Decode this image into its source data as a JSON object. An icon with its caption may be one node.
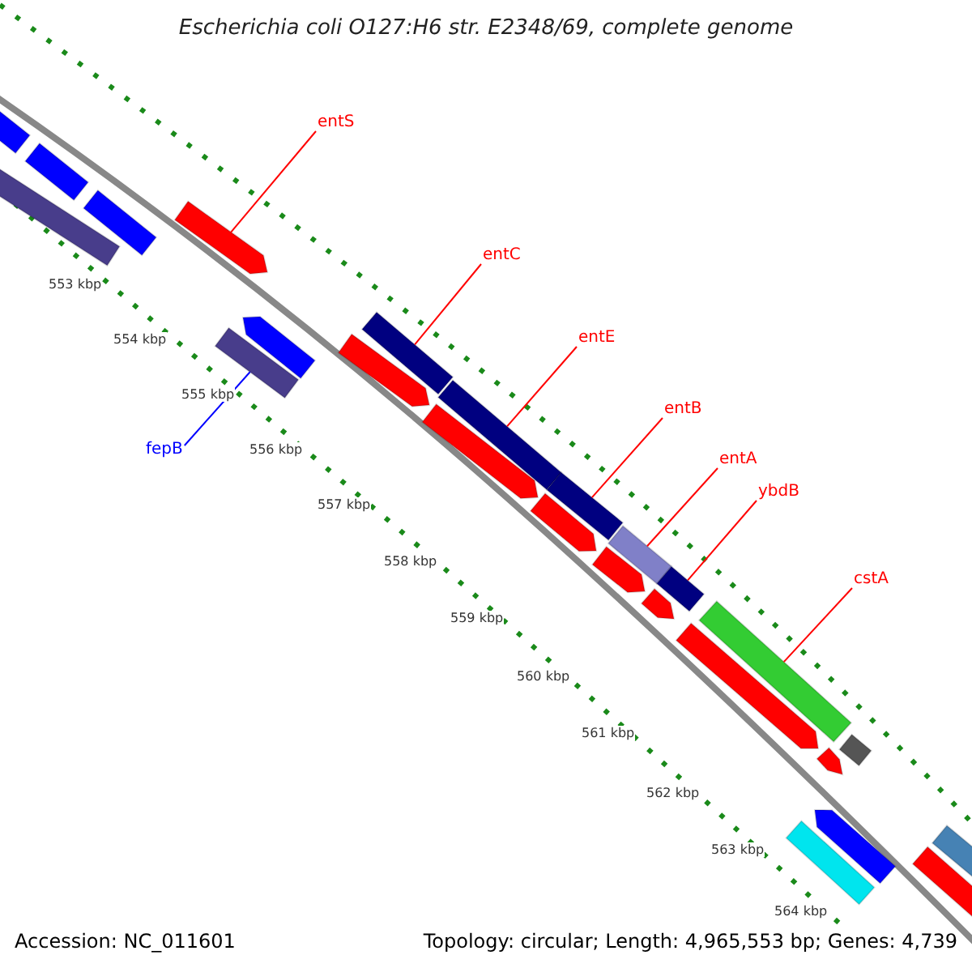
{
  "diagram": {
    "title": "Escherichia coli O127:H6 str. E2348/69, complete genome",
    "nodes": [
      {
        "text": [
          "entS"
        ]
      },
      {
        "text": [
          "entC"
        ]
      },
      {
        "text": [
          "entE"
        ]
      },
      {
        "text": [
          "entB"
        ]
      },
      {
        "text": [
          "entA"
        ]
      },
      {
        "text": [
          "ybdB"
        ]
      },
      {
        "text": [
          "cstA"
        ]
      },
      {
        "text": [
          "fepB"
        ]
      },
      {
        "text": [],
        "shape": "bar"
      },
      {
        "text": [],
        "shape": "bar"
      },
      {
        "text": [],
        "shape": "bar"
      },
      {
        "text": [],
        "shape": "bar"
      },
      {
        "text": [],
        "shape": "bar"
      },
      {
        "text": [],
        "shape": "bar"
      },
      {
        "text": [],
        "shape": "bar"
      },
      {
        "text": [],
        "shape": "bar"
      },
      {
        "text": [],
        "shape": "bar"
      },
      {
        "text": [],
        "shape": "bar"
      },
      {
        "text": [],
        "shape": "bar"
      },
      {
        "text": [],
        "shape": "bar"
      },
      {
        "text": [],
        "shape": "bar"
      },
      {
        "text": [],
        "shape": "bar"
      },
      {
        "text": [],
        "shape": "bar"
      },
      {
        "text": [],
        "shape": "bar"
      },
      {
        "text": [],
        "shape": "bar"
      },
      {
        "text": [],
        "shape": "bar"
      },
      {
        "text": [],
        "shape": "bar"
      },
      {
        "text": [],
        "shape": "bar"
      },
      {
        "text": [],
        "shape": "bar"
      },
      {
        "text": [],
        "shape": "bar"
      },
      {
        "text": [],
        "shape": "bar"
      },
      {
        "text": [],
        "shape": "bar"
      },
      {
        "text": [],
        "shape": "bar"
      }
    ],
    "edges": [
      {
        "from": 0,
        "to": 12,
        "arrow": "none"
      },
      {
        "from": 1,
        "to": 16,
        "arrow": "none"
      },
      {
        "from": 2,
        "to": 18,
        "arrow": "none"
      },
      {
        "from": 3,
        "to": 20,
        "arrow": "none"
      },
      {
        "from": 4,
        "to": 22,
        "arrow": "none"
      },
      {
        "from": 5,
        "to": 24,
        "arrow": "none"
      },
      {
        "from": 6,
        "to": 26,
        "arrow": "none"
      },
      {
        "from": 7,
        "to": 13,
        "arrow": "none",
        "color": "#0000ff"
      }
    ],
    "labels": [
      "553 kbp",
      "554 kbp",
      "555 kbp",
      "556 kbp",
      "557 kbp",
      "558 kbp",
      "559 kbp",
      "560 kbp",
      "561 kbp",
      "562 kbp",
      "563 kbp",
      "564 kbp",
      "Accession: NC_011601",
      "Topology: circular; Length: 4,965,553 bp; Genes: 4,739"
    ]
  }
}
